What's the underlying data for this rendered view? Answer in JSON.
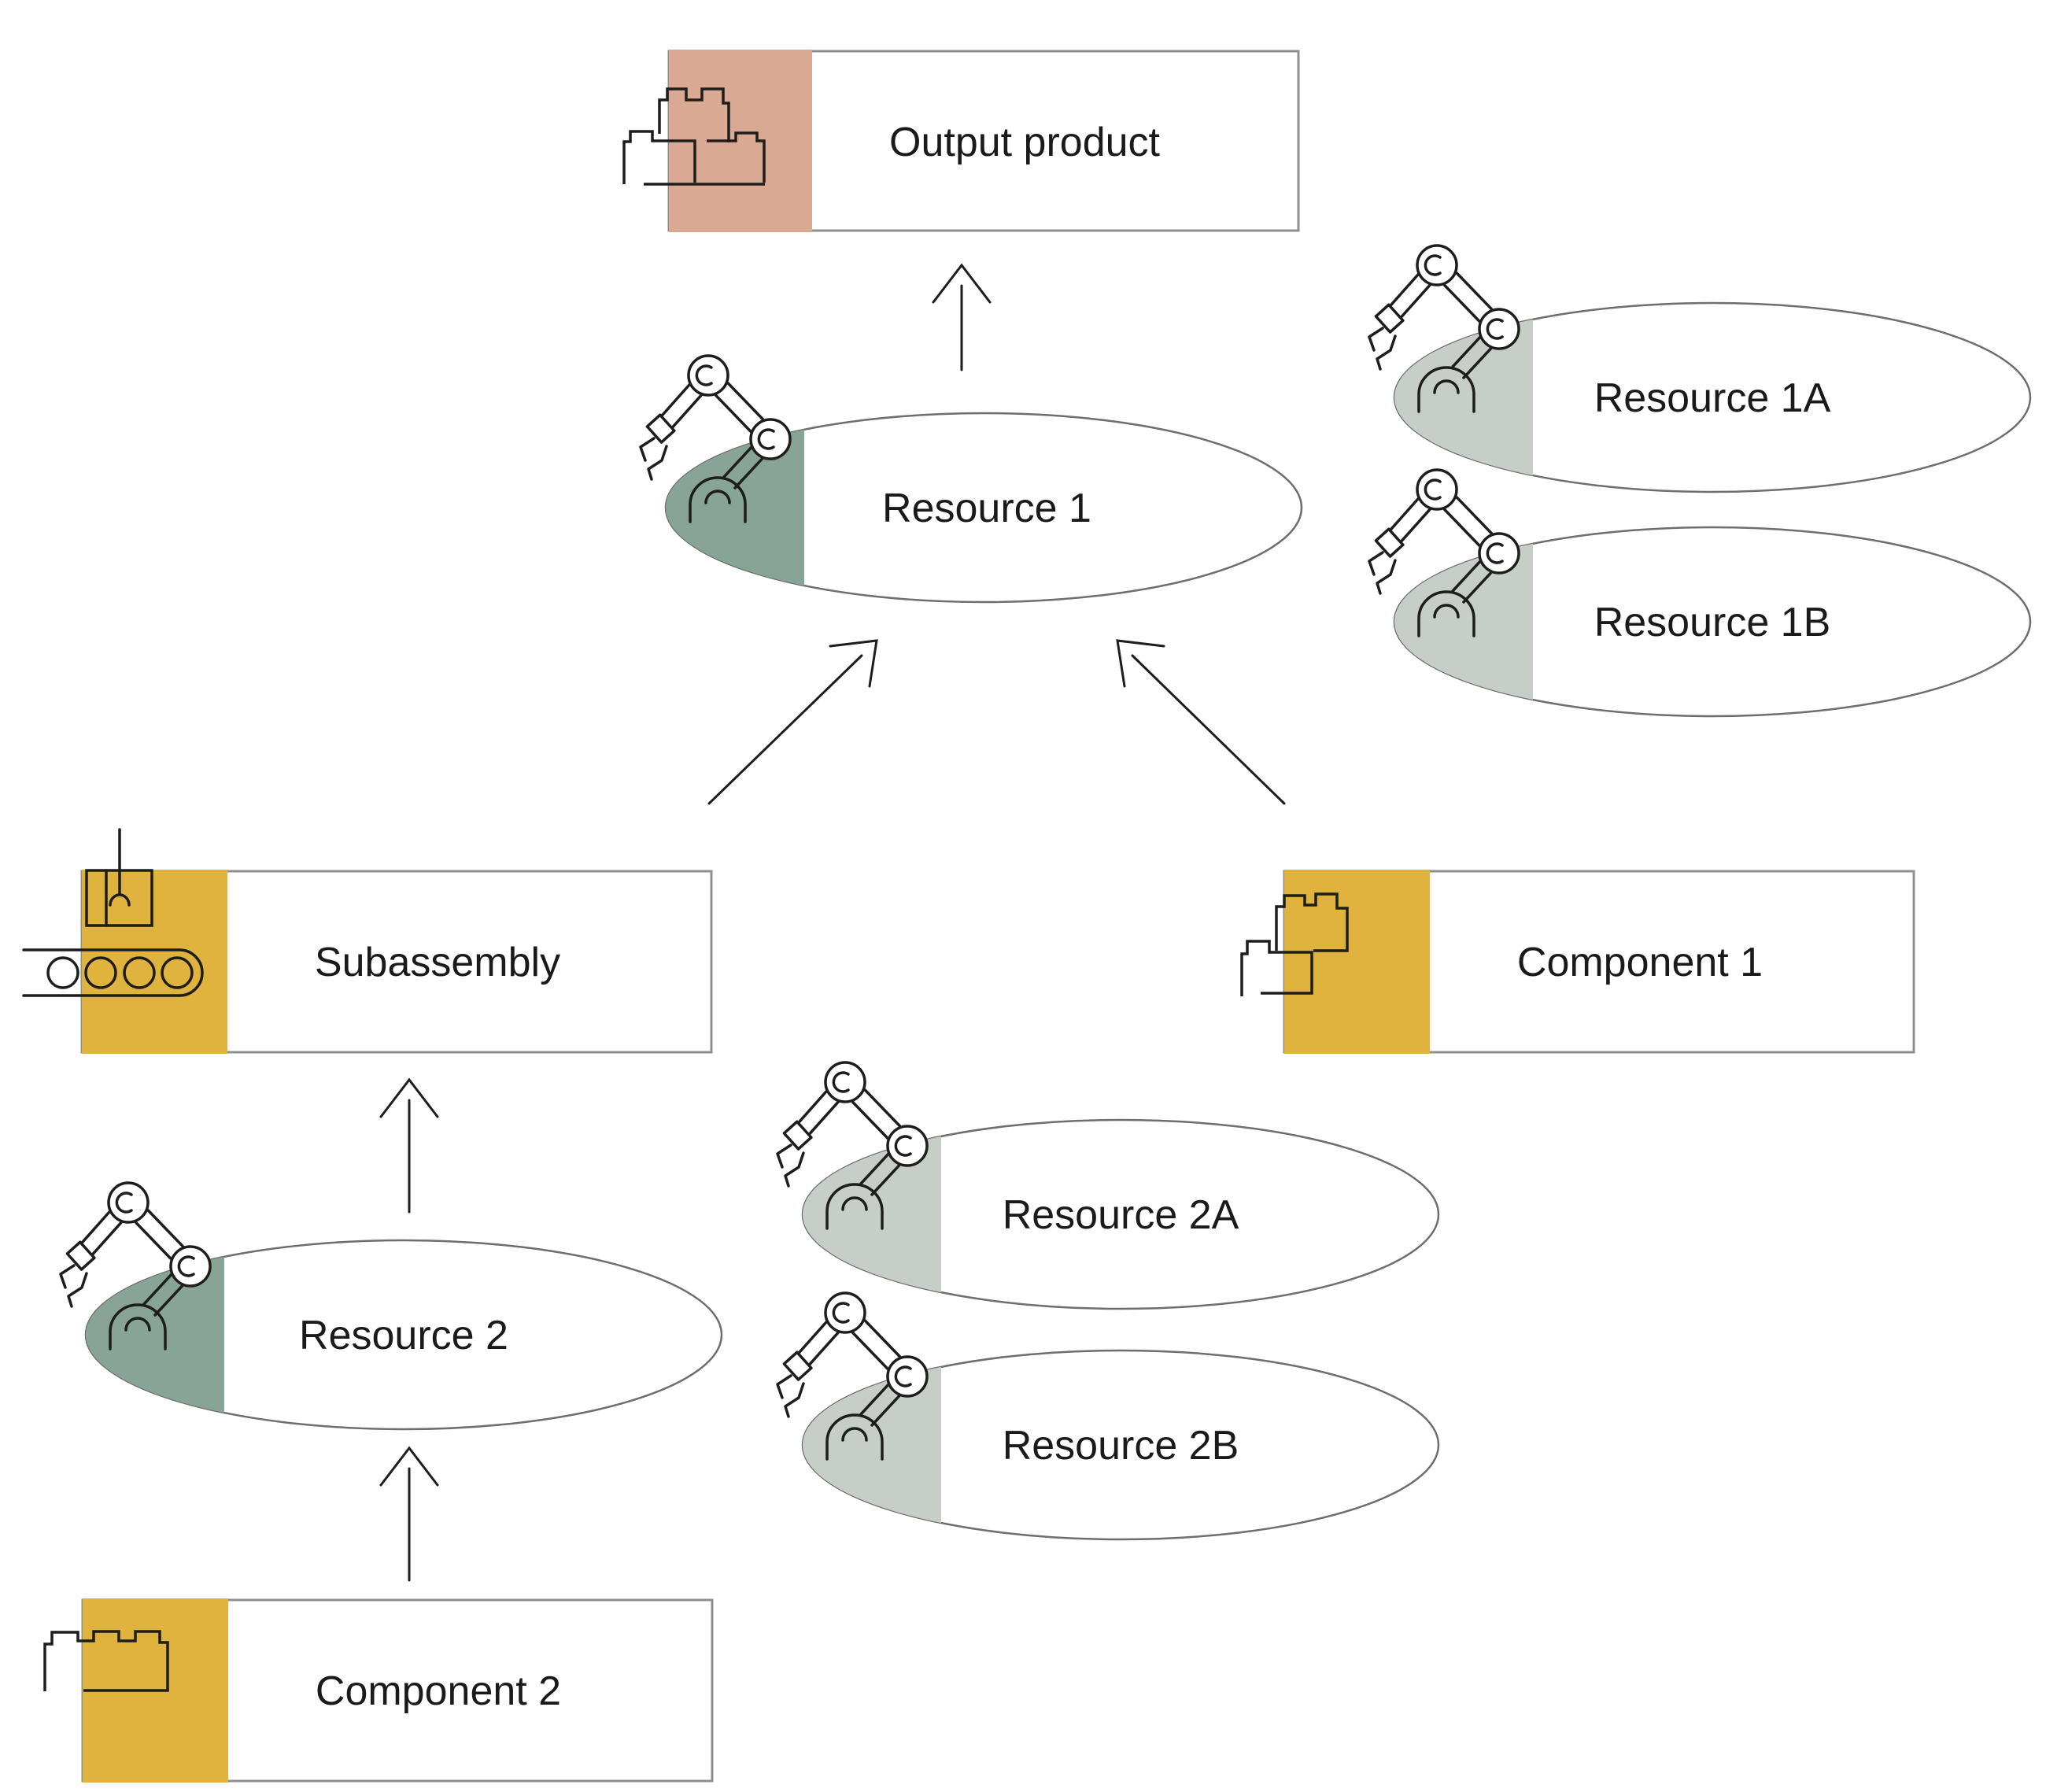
{
  "diagram_title": "",
  "colors": {
    "gold": "#E0B23E",
    "salmon": "#D9A994",
    "sage_dark": "#88A496",
    "sage_light": "#C6CEC7",
    "box_border": "#8F8F8F",
    "ellipse_border": "#6E6E6E",
    "line": "#1D1D1B",
    "text": "#1A1A1A",
    "background": "#FFFFFF"
  },
  "nodes": {
    "output_product": {
      "label": "Output product",
      "shape": "box",
      "icon": "lego-bricks",
      "accent": "salmon"
    },
    "resource_1": {
      "label": "Resource 1",
      "shape": "ellipse",
      "icon": "robot-arm",
      "accent": "sage_dark"
    },
    "resource_1a": {
      "label": "Resource 1A",
      "shape": "ellipse",
      "icon": "robot-arm",
      "accent": "sage_light"
    },
    "resource_1b": {
      "label": "Resource 1B",
      "shape": "ellipse",
      "icon": "robot-arm",
      "accent": "sage_light"
    },
    "subassembly": {
      "label": "Subassembly",
      "shape": "box",
      "icon": "conveyor-crane",
      "accent": "gold"
    },
    "component_1": {
      "label": "Component 1",
      "shape": "box",
      "icon": "lego-bricks",
      "accent": "gold"
    },
    "resource_2": {
      "label": "Resource 2",
      "shape": "ellipse",
      "icon": "robot-arm",
      "accent": "sage_dark"
    },
    "resource_2a": {
      "label": "Resource 2A",
      "shape": "ellipse",
      "icon": "robot-arm",
      "accent": "sage_light"
    },
    "resource_2b": {
      "label": "Resource 2B",
      "shape": "ellipse",
      "icon": "robot-arm",
      "accent": "sage_light"
    },
    "component_2": {
      "label": "Component 2",
      "shape": "box",
      "icon": "lego-brick",
      "accent": "gold"
    }
  },
  "edges": [
    {
      "from": "resource_1",
      "to": "output_product",
      "style": "open-chevron-arrow"
    },
    {
      "from": "subassembly",
      "to": "resource_1",
      "style": "open-chevron-arrow"
    },
    {
      "from": "component_1",
      "to": "resource_1",
      "style": "open-chevron-arrow"
    },
    {
      "from": "resource_2",
      "to": "subassembly",
      "style": "open-chevron-arrow"
    },
    {
      "from": "component_2",
      "to": "resource_2",
      "style": "open-chevron-arrow"
    }
  ]
}
